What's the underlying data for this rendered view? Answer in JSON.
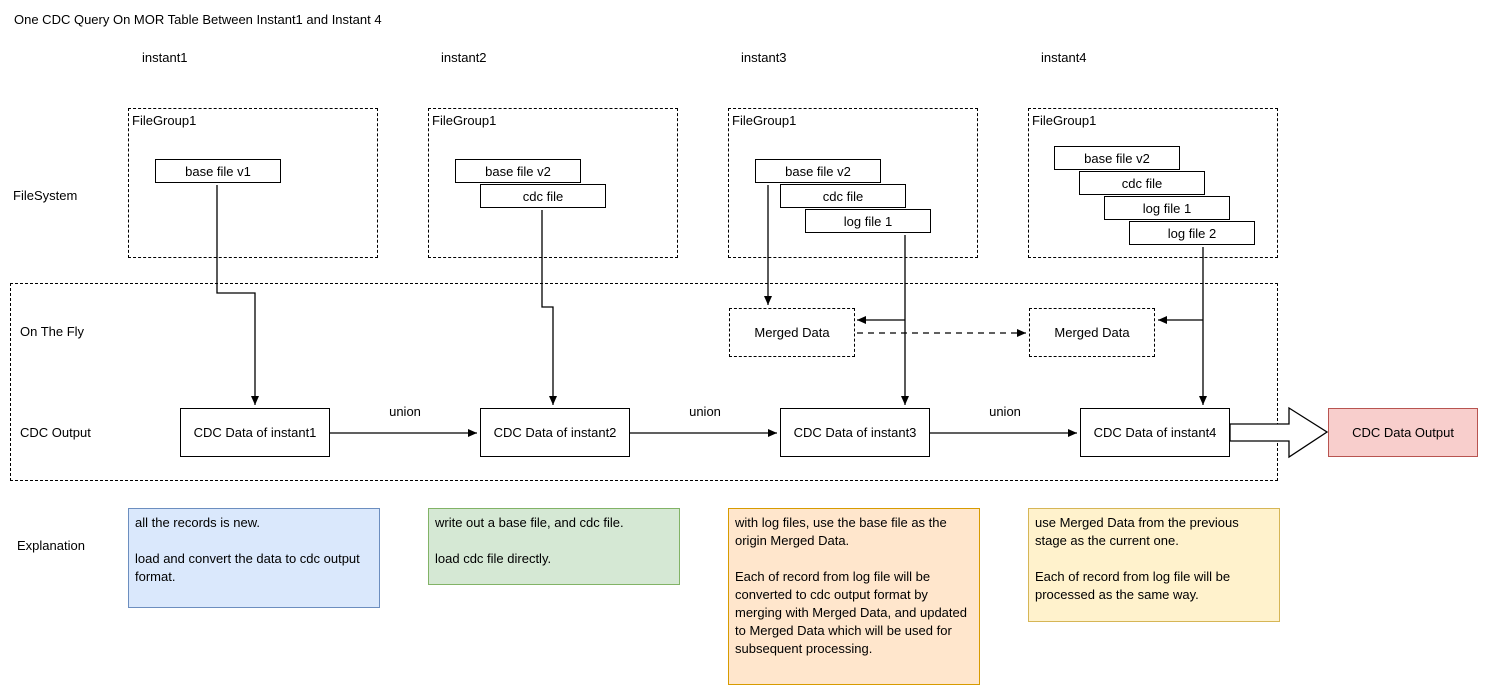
{
  "title": "One CDC Query On MOR Table Between Instant1 and Instant 4",
  "row_labels": {
    "filesystem": "FileSystem",
    "on_the_fly": "On The Fly",
    "cdc_output": "CDC Output",
    "explanation": "Explanation"
  },
  "columns": [
    {
      "instant_label": "instant1",
      "filegroup_label": "FileGroup1",
      "files": [
        "base file v1"
      ],
      "cdc_box_label": "CDC Data of instant1"
    },
    {
      "instant_label": "instant2",
      "filegroup_label": "FileGroup1",
      "files": [
        "base file v2",
        "cdc file"
      ],
      "cdc_box_label": "CDC Data of instant2"
    },
    {
      "instant_label": "instant3",
      "filegroup_label": "FileGroup1",
      "files": [
        "base file v2",
        "cdc file",
        "log file 1"
      ],
      "merged_data_label": "Merged Data",
      "cdc_box_label": "CDC Data of instant3"
    },
    {
      "instant_label": "instant4",
      "filegroup_label": "FileGroup1",
      "files": [
        "base file v2",
        "cdc file",
        "log file 1",
        "log file 2"
      ],
      "merged_data_label": "Merged Data",
      "cdc_box_label": "CDC Data of instant4"
    }
  ],
  "union_labels": [
    "union",
    "union",
    "union"
  ],
  "output_box_label": "CDC Data Output",
  "explanations": [
    {
      "color_name": "blue",
      "fill": "#dae8fc",
      "border": "#6c8ebf",
      "text": "all the records is new.\n\nload and convert the data to cdc output format."
    },
    {
      "color_name": "green",
      "fill": "#d5e8d4",
      "border": "#82b366",
      "text": "write out a base file, and cdc file.\n\nload cdc file directly."
    },
    {
      "color_name": "orange",
      "fill": "#ffe6cc",
      "border": "#d79b00",
      "text": "with log files, use the base file as the origin Merged Data.\n\nEach of record from log file will be converted to cdc output format by merging with Merged Data, and updated to Merged Data which will be used for subsequent processing."
    },
    {
      "color_name": "yellow",
      "fill": "#fff2cc",
      "border": "#d6b656",
      "text": "use Merged Data from the previous stage as the current one.\n\nEach of record from log file will be processed as the same way."
    }
  ],
  "output_box_colors": {
    "fill": "#f8cecc",
    "border": "#b85450"
  },
  "line_color": "#000000"
}
